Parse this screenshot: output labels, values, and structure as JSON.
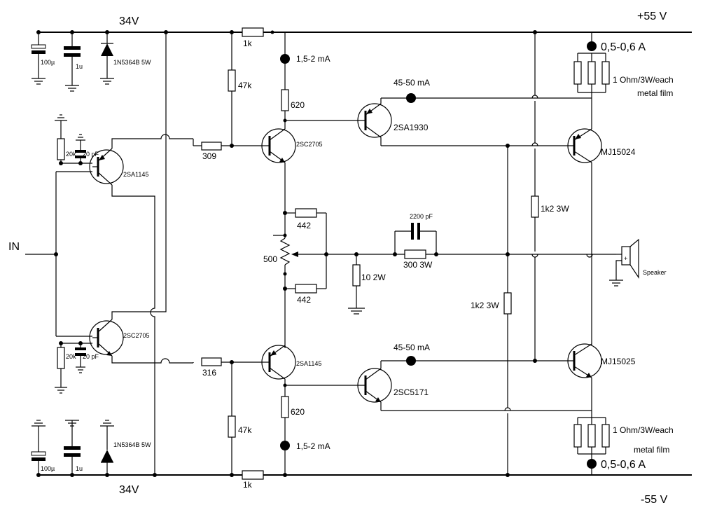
{
  "rails": {
    "top_label": "34V",
    "bottom_label": "34V",
    "plus": "+55 V",
    "minus": "-55 V"
  },
  "input": {
    "label": "IN"
  },
  "supply": {
    "cap_big": "100µ",
    "cap_small": "1u",
    "zener": "1N5364B 5W"
  },
  "input_stage": {
    "bias_res": "20k",
    "bias_cap": "20 pF",
    "q_top": "2SA1145",
    "q_bottom": "2SC2705"
  },
  "vas": {
    "res_top_series": "309",
    "res_bottom_series": "316",
    "res_top_feed": "1k",
    "res_bottom_feed": "1k",
    "res_top_div": "47k",
    "res_bottom_div": "47k",
    "q_top": "2SC2705",
    "q_bottom": "2SA1145",
    "res_top_load": "620",
    "res_bottom_load": "620",
    "current_top": "1,5-2 mA",
    "current_bottom": "1,5-2 mA"
  },
  "bias": {
    "pot": "500",
    "res_top": "442",
    "res_bottom": "442"
  },
  "output_network": {
    "cap": "2200 pF",
    "res_series": "300 3W",
    "res_shunt": "10 2W",
    "res_mid_top": "1k2 3W",
    "res_mid_bottom": "1k2 3W"
  },
  "drivers": {
    "q_top": "2SA1930",
    "q_bottom": "2SC5171",
    "current_top": "45-50 mA",
    "current_bottom": "45-50 mA"
  },
  "output_stage": {
    "q_top": "MJ15024",
    "q_bottom": "MJ15025",
    "current_top": "0,5-0,6 A",
    "current_bottom": "0,5-0,6 A",
    "emitter_res_top": "1 Ohm/3W/each",
    "emitter_res_top_type": "metal film",
    "emitter_res_bottom": "1 Ohm/3W/each",
    "emitter_res_bottom_type": "metal film"
  },
  "speaker": {
    "label": "Speaker"
  }
}
